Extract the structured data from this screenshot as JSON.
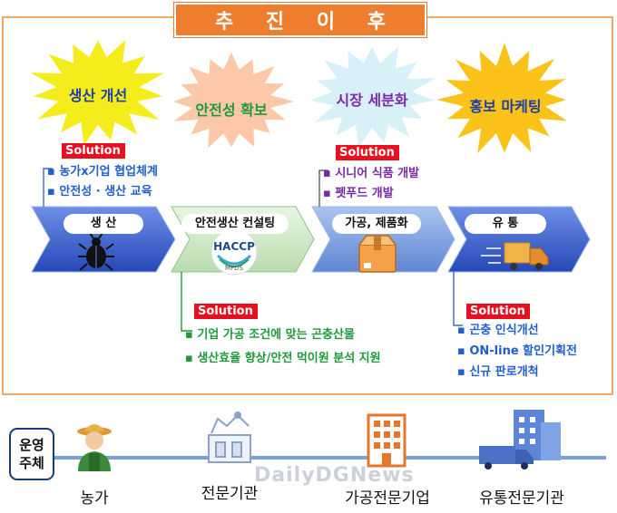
{
  "title": "추 진 이 후",
  "stars": [
    {
      "label": "생산 개선",
      "color": "#f5ec1c",
      "text_color": "#1b3fa8"
    },
    {
      "label": "안전성 확보",
      "color": "#fcc8a8",
      "text_color": "#1e9a3a"
    },
    {
      "label": "시장 세분화",
      "color": "#d8f0f8",
      "text_color": "#7a2aa8"
    },
    {
      "label": "홍보 마케팅",
      "color": "#fbc31a",
      "text_color": "#1b3fa8"
    }
  ],
  "solution_label": "Solution",
  "solutions": {
    "production": [
      "농가x기업 협업체계",
      "안전성 · 생산 교육"
    ],
    "processing": [
      "시니어 식품 개발",
      "펫푸드 개발"
    ],
    "consulting": [
      "기업 가공 조건에 맞는 곤충산물",
      "생산효율 향상/안전 먹이원 분석 지원"
    ],
    "distribution": [
      "곤충 인식개선",
      "ON-line 할인기획전",
      "신규 판로개척"
    ]
  },
  "stages": [
    {
      "label": "생  산",
      "icon": "beetle-icon"
    },
    {
      "label": "안전생산 컨설팅",
      "icon": "haccp-icon"
    },
    {
      "label": "가공, 제품화",
      "icon": "box-icon"
    },
    {
      "label": "유  통",
      "icon": "truck-icon"
    }
  ],
  "haccp": {
    "text": "HACCP",
    "sub": "MFDS"
  },
  "operating_label": [
    "운영",
    "주체"
  ],
  "operators": [
    {
      "label": "농가",
      "icon": "farmer-icon"
    },
    {
      "label": "전문기관",
      "icon": "lab-icon"
    },
    {
      "label": "가공전문기업",
      "icon": "building-icon"
    },
    {
      "label": "유통전문기관",
      "icon": "truck-building-icon"
    }
  ],
  "watermark": "DailyDGNews",
  "colors": {
    "title_bg": "#ee7d2e",
    "frame": "#f0a868",
    "solution_bg": "#e8101e",
    "blue_arrow": "#2f56c8",
    "green_arrow": "#cfe8c8",
    "lightblue_arrow": "#7da4e0",
    "connector": "#3b68c9"
  }
}
